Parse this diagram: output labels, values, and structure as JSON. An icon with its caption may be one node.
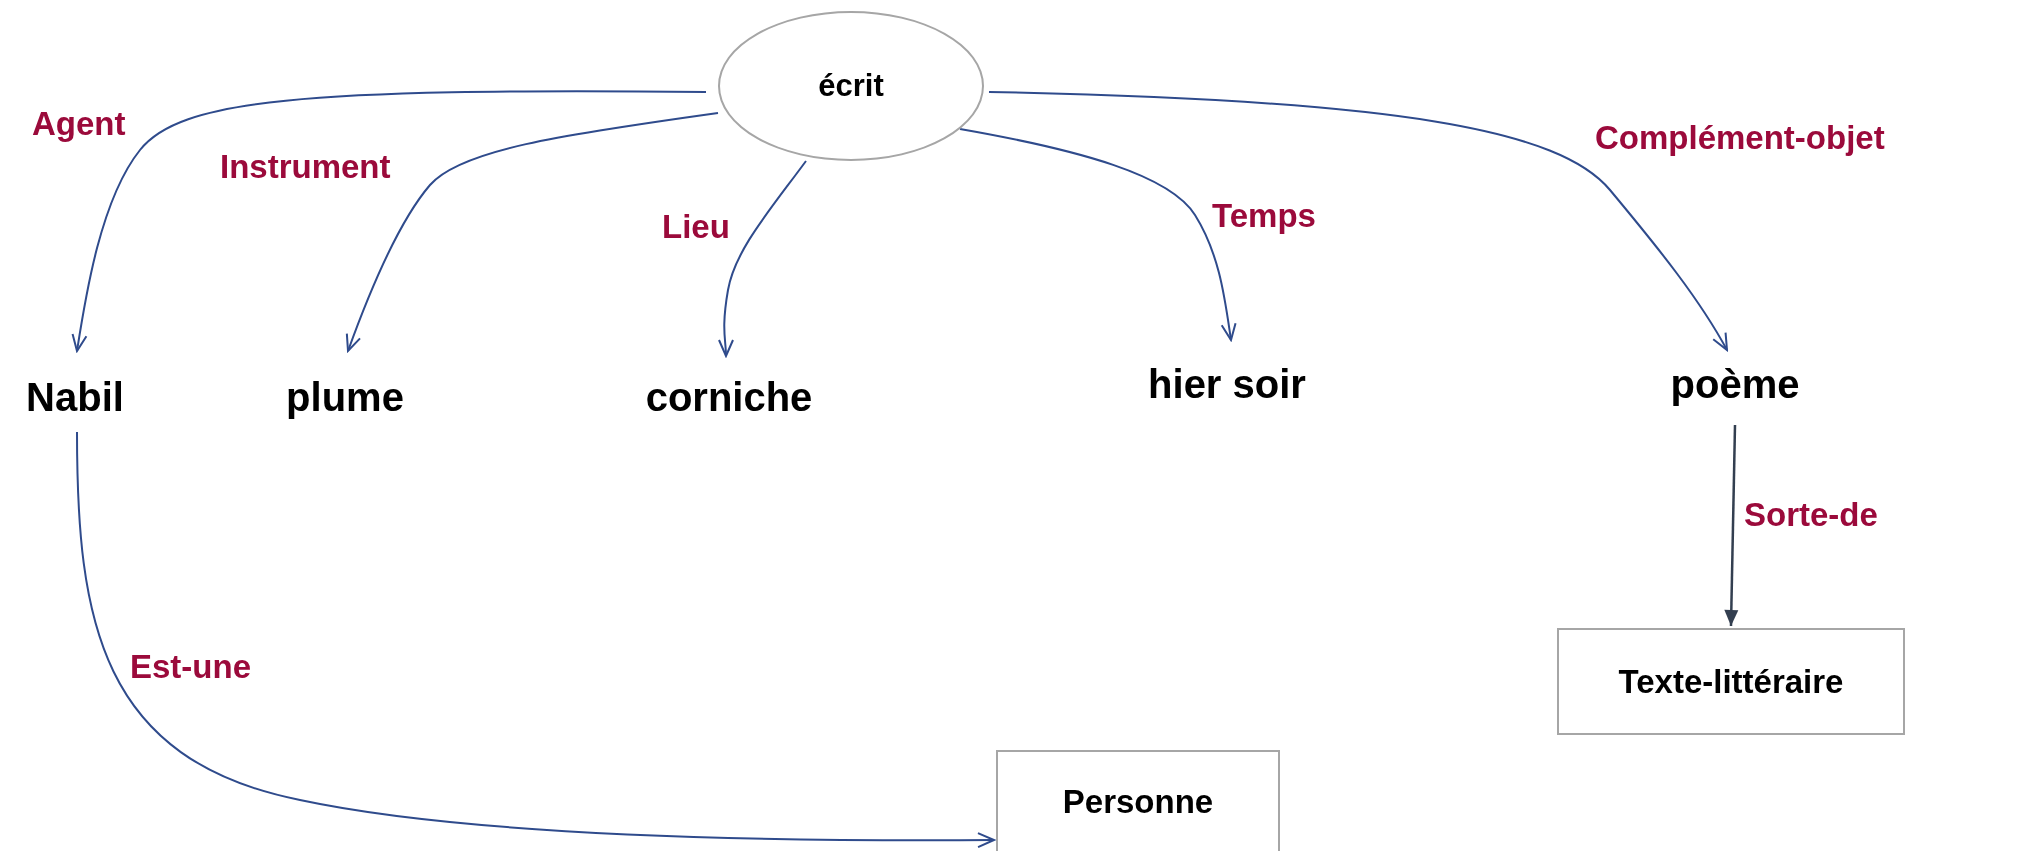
{
  "diagram": {
    "nodes": [
      {
        "text": [
          "écrit"
        ]
      },
      {
        "text": [
          "Nabil"
        ]
      },
      {
        "text": [
          "plume"
        ]
      },
      {
        "text": [
          "corniche"
        ]
      },
      {
        "text": [
          "hier soir"
        ]
      },
      {
        "text": [
          "poème"
        ]
      },
      {
        "text": [
          "Personne"
        ]
      },
      {
        "text": [
          "Texte-littéraire"
        ]
      }
    ],
    "edges": [
      {
        "from": 0,
        "to": 1,
        "arrow": "to",
        "label": "Agent"
      },
      {
        "from": 0,
        "to": 2,
        "arrow": "to",
        "label": "Instrument"
      },
      {
        "from": 0,
        "to": 3,
        "arrow": "to",
        "label": "Lieu"
      },
      {
        "from": 0,
        "to": 4,
        "arrow": "to",
        "label": "Temps"
      },
      {
        "from": 0,
        "to": 5,
        "arrow": "to",
        "label": "Complément-objet"
      },
      {
        "from": 5,
        "to": 7,
        "arrow": "to",
        "label": "Sorte-de",
        "color": "#333f50"
      },
      {
        "from": 1,
        "to": 6,
        "arrow": "to",
        "label": "Est-une"
      }
    ]
  }
}
